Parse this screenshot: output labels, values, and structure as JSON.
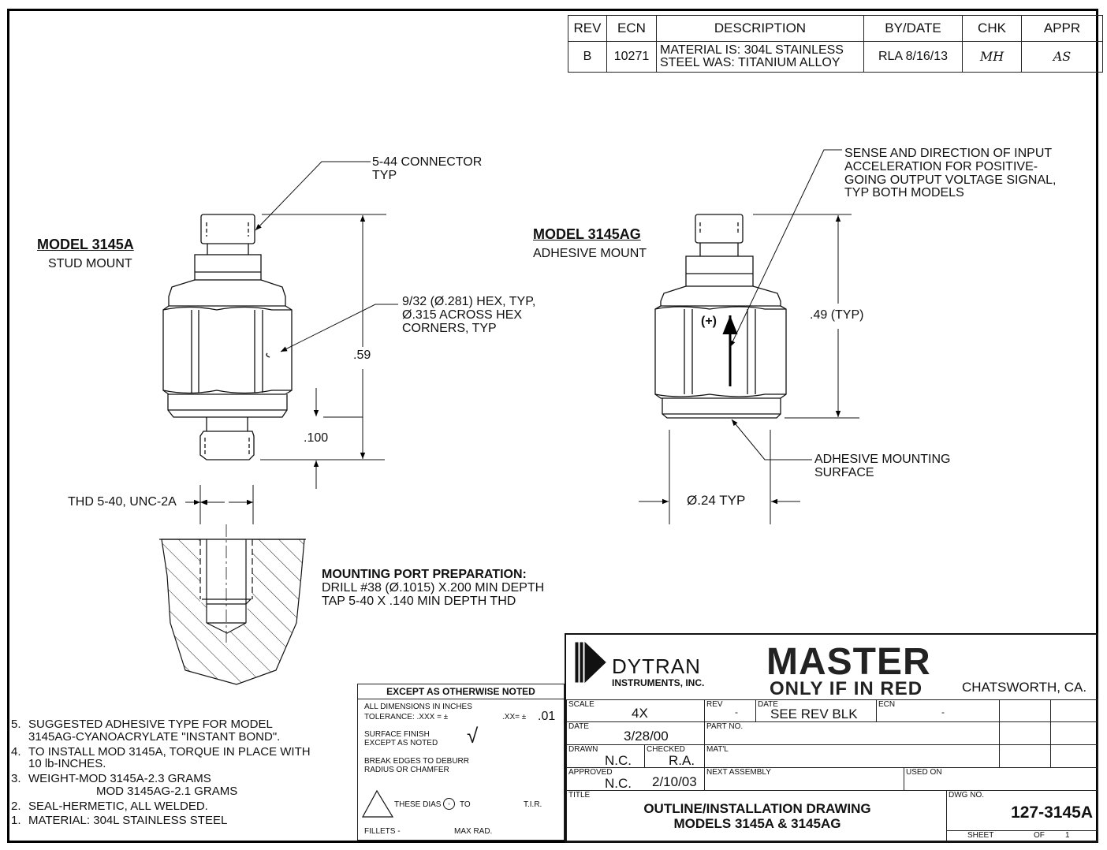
{
  "revision_block": {
    "headers": [
      "REV",
      "ECN",
      "DESCRIPTION",
      "BY/DATE",
      "CHK",
      "APPR"
    ],
    "rows": [
      {
        "rev": "B",
        "ecn": "10271",
        "description_line1": "MATERIAL IS: 304L STAINLESS",
        "description_line2": "STEEL WAS: TITANIUM ALLOY",
        "by_date": "RLA 8/16/13",
        "chk": "MH",
        "appr": "AS"
      }
    ]
  },
  "model_a": {
    "title": "MODEL 3145A",
    "subtitle": "STUD MOUNT",
    "callout_connector": [
      "5-44 CONNECTOR",
      "TYP"
    ],
    "callout_hex": [
      "9/32 (Ø.281) HEX, TYP,",
      "Ø.315 ACROSS HEX",
      "CORNERS, TYP"
    ],
    "dim_height": ".59",
    "dim_stud": ".100",
    "thread_label": "THD 5-40, UNC-2A"
  },
  "model_ag": {
    "title": "MODEL 3145AG",
    "subtitle": "ADHESIVE MOUNT",
    "callout_sense": [
      "SENSE AND DIRECTION OF INPUT",
      "ACCELERATION FOR POSITIVE-",
      "GOING OUTPUT VOLTAGE SIGNAL,",
      "TYP BOTH MODELS"
    ],
    "plus_label": "(+)",
    "dim_height": ".49 (TYP)",
    "callout_surface": [
      "ADHESIVE MOUNTING",
      "SURFACE"
    ],
    "dim_diameter": "Ø.24 TYP"
  },
  "mounting_port": {
    "title": "MOUNTING PORT PREPARATION:",
    "lines": [
      "DRILL #38 (Ø.1015) X.200 MIN DEPTH",
      "TAP 5-40 X .140 MIN DEPTH THD"
    ]
  },
  "notes": [
    {
      "num": "5.",
      "lines": [
        "SUGGESTED ADHESIVE TYPE FOR MODEL",
        "3145AG-CYANOACRYLATE \"INSTANT BOND\"."
      ]
    },
    {
      "num": "4.",
      "lines": [
        "TO INSTALL MOD 3145A, TORQUE IN PLACE WITH",
        "10 lb-INCHES."
      ]
    },
    {
      "num": "3.",
      "lines": [
        "WEIGHT-MOD 3145A-2.3 GRAMS",
        "MOD 3145AG-2.1 GRAMS"
      ]
    },
    {
      "num": "2.",
      "lines": [
        "SEAL-HERMETIC, ALL WELDED."
      ]
    },
    {
      "num": "1.",
      "lines": [
        "MATERIAL: 304L STAINLESS STEEL"
      ]
    }
  ],
  "tolerance_block": {
    "header": "EXCEPT AS OTHERWISE NOTED",
    "dims": "ALL DIMENSIONS IN INCHES",
    "tol_xxx": "TOLERANCE: .XXX = ±",
    "tol_xx": ".XX= ±",
    "tol_xx_value": ".01",
    "surface": [
      "SURFACE FINISH",
      "EXCEPT AS NOTED"
    ],
    "surface_symbol": "√",
    "edges": [
      "BREAK EDGES TO DEBURR",
      "RADIUS OR CHAMFER"
    ],
    "these_dias": "THESE DIAS",
    "to": "TO",
    "tir": "T.I.R.",
    "fillets": "FILLETS -",
    "max_rad": "MAX RAD."
  },
  "title_block": {
    "company": "DYTRAN",
    "company_sub": "INSTRUMENTS, INC.",
    "stamp_main": "MASTER",
    "stamp_sub": "ONLY IF IN RED",
    "location": "CHATSWORTH, CA.",
    "scale_label": "SCALE",
    "scale": "4X",
    "rev_label": "REV",
    "rev": "-",
    "date_label": "DATE",
    "date_value": "SEE REV BLK",
    "ecn_label": "ECN",
    "ecn": "-",
    "date2_label": "DATE",
    "date2": "3/28/00",
    "part_no_label": "PART NO.",
    "drawn_label": "DRAWN",
    "drawn": "N.C.",
    "checked_label": "CHECKED",
    "checked": "R.A.",
    "matl_label": "MAT'L",
    "approved_label": "APPROVED",
    "approved": "N.C.",
    "approved_date": "2/10/03",
    "next_assembly_label": "NEXT ASSEMBLY",
    "used_on_label": "USED ON",
    "title_label": "TITLE",
    "title_line1": "OUTLINE/INSTALLATION DRAWING",
    "title_line2": "MODELS 3145A & 3145AG",
    "dwg_no_label": "DWG NO.",
    "dwg_no": "127-3145A",
    "sheet_label": "SHEET",
    "of_label": "OF",
    "of_value": "1"
  }
}
